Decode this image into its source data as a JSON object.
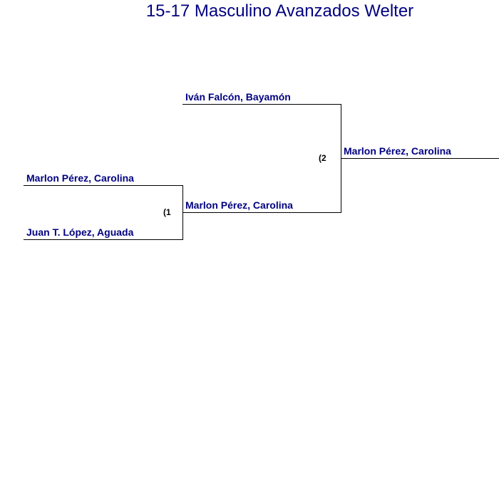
{
  "title": "15-17 Masculino Avanzados Welter",
  "bracket": {
    "round1": {
      "match_label": "(1",
      "top": "Marlon Pérez, Carolina",
      "bottom": "Juan T. López, Aguada"
    },
    "round2": {
      "match_label": "(2",
      "top": "Iván Falcón, Bayamón",
      "bottom": "Marlon Pérez, Carolina"
    },
    "final": {
      "winner": "Marlon Pérez, Carolina"
    }
  },
  "colors": {
    "text": "#000080",
    "lines": "#000000",
    "background": "#ffffff"
  }
}
